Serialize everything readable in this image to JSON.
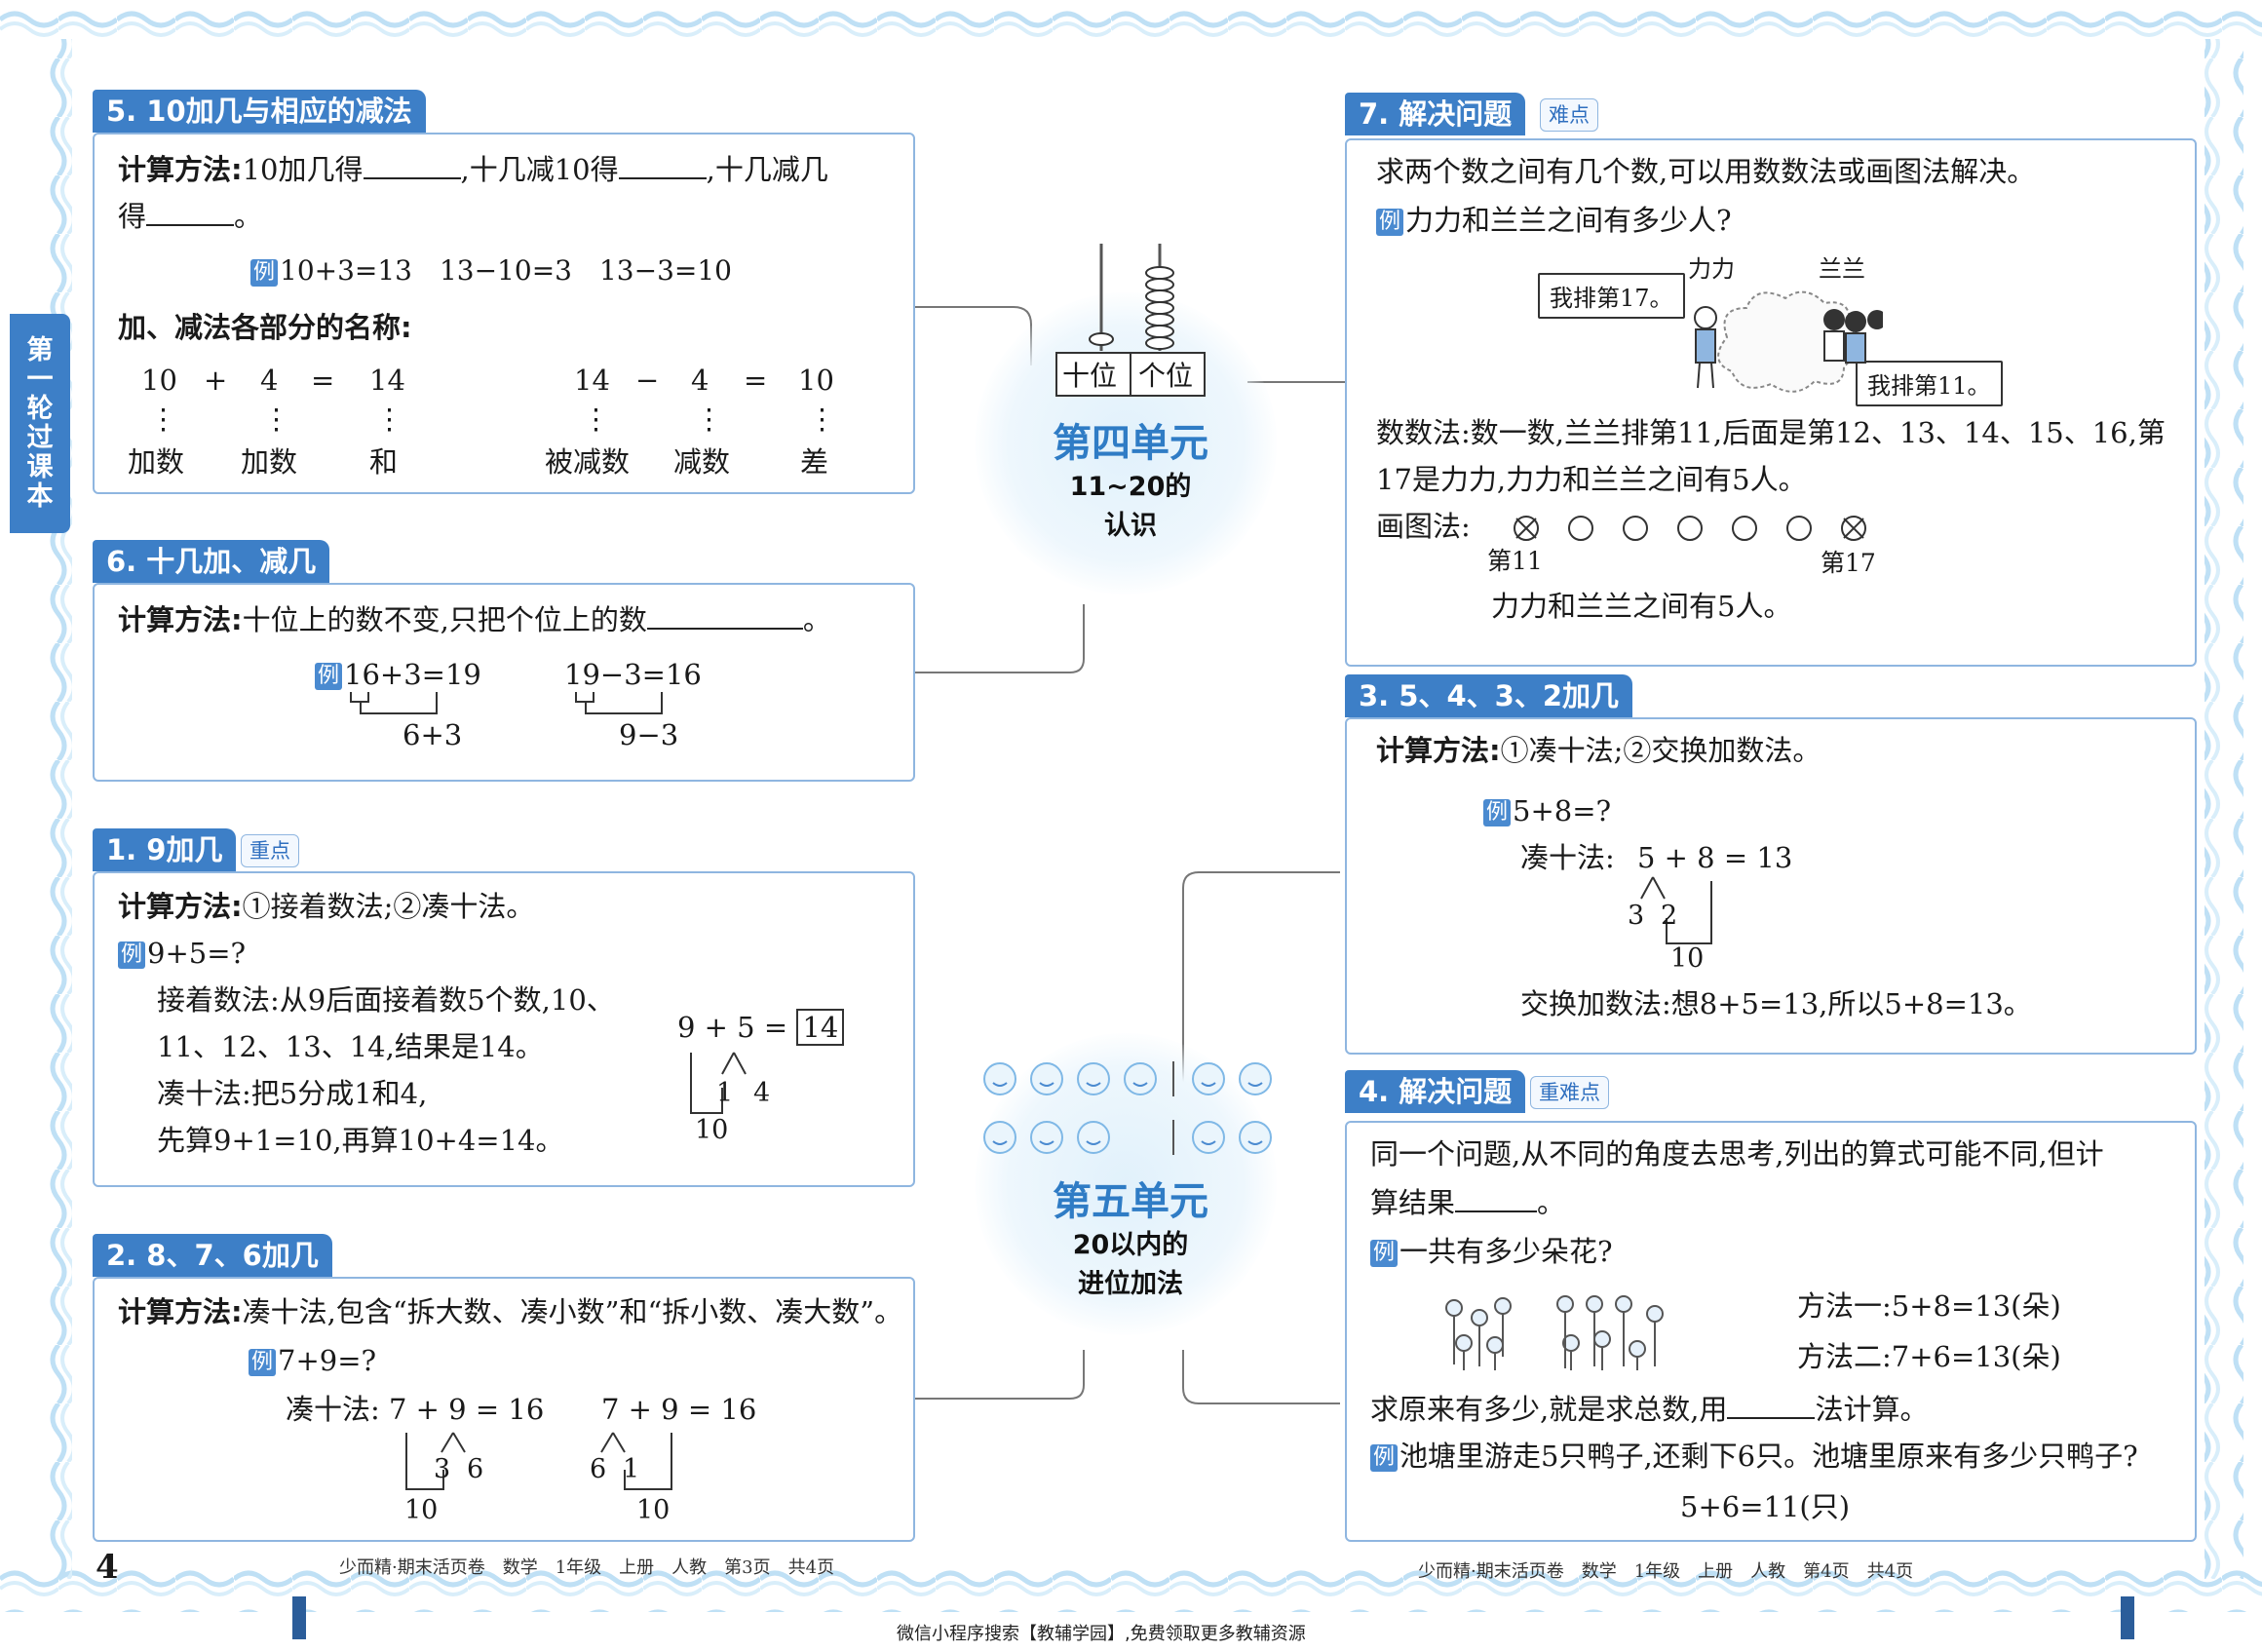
{
  "side_tab": "第一轮 过课本",
  "unit4": {
    "title": "第四单元",
    "subtitle1": "11~20的",
    "subtitle2": "认识",
    "abacus_tens": "十位",
    "abacus_ones": "个位"
  },
  "unit5": {
    "title": "第五单元",
    "subtitle1": "20以内的",
    "subtitle2": "进位加法"
  },
  "example_badge": "例",
  "s5": {
    "head": "5. 10加几与相应的减法",
    "line1_label": "计算方法:",
    "line1_a": "10加几得",
    "line1_b": ",十几减10得",
    "line1_c": ",十几减几",
    "line2": "得",
    "line2_end": "。",
    "example": "10+3=13　13−10=3　13−3=10",
    "parts_title": "加、减法各部分的名称:",
    "add_expr": [
      "10",
      "+",
      "4",
      "=",
      "14"
    ],
    "sub_expr": [
      "14",
      "−",
      "4",
      "=",
      "10"
    ],
    "dots": "⋮",
    "add_names": [
      "加数",
      "加数",
      "和"
    ],
    "sub_names": [
      "被减数",
      "减数",
      "差"
    ]
  },
  "s6": {
    "head": "6. 十几加、减几",
    "label": "计算方法:",
    "text": "十位上的数不变,只把个位上的数",
    "end": "。",
    "ex1": "16+3=19",
    "ex1_sub": "6+3",
    "ex2": "19−3=16",
    "ex2_sub": "9−3"
  },
  "s1": {
    "head": "1. 9加几",
    "tag": "重点",
    "label": "计算方法:",
    "methods": "①接着数法;②凑十法。",
    "example": "9+5=?",
    "l1": "接着数法:从9后面接着数5个数,10、",
    "l2": "11、12、13、14,结果是14。",
    "l3": "凑十法:把5分成1和4,",
    "l4": "先算9+1=10,再算10+4=14。",
    "diag_expr": "9 + 5 =",
    "diag_ans": "14",
    "diag_split_a": "1",
    "diag_split_b": "4",
    "diag_ten": "10"
  },
  "s2": {
    "head": "2. 8、7、6加几",
    "label": "计算方法:",
    "text": "凑十法,包含“拆大数、凑小数”和“拆小数、凑大数”。",
    "example": "7+9=?",
    "d1_label": "凑十法:",
    "d1_expr": "7 + 9 = 16",
    "d1_a": "3",
    "d1_b": "6",
    "d1_ten": "10",
    "d2_expr": "7 + 9 = 16",
    "d2_a": "6",
    "d2_b": "1",
    "d2_ten": "10"
  },
  "s7": {
    "head": "7. 解决问题",
    "tag": "难点",
    "intro": "求两个数之间有几个数,可以用数数法或画图法解决。",
    "example": "力力和兰兰之间有多少人?",
    "name_lili": "力力",
    "name_lanlan": "兰兰",
    "bubble1": "我排第17。",
    "bubble2": "我排第11。",
    "count1": "数数法:数一数,兰兰排第11,后面是第12、13、14、15、16,第",
    "count2": "17是力力,力力和兰兰之间有5人。",
    "draw_label": "画图法:",
    "mark_left": "第11",
    "mark_right": "第17",
    "conclusion": "力力和兰兰之间有5人。"
  },
  "s3": {
    "head": "3. 5、4、3、2加几",
    "label": "计算方法:",
    "methods": "①凑十法;②交换加数法。",
    "example": "5+8=?",
    "d_label": "凑十法:",
    "d_expr": "5 + 8 = 13",
    "d_a": "3",
    "d_b": "2",
    "d_ten": "10",
    "swap": "交换加数法:想8+5=13,所以5+8=13。"
  },
  "s4": {
    "head": "4. 解决问题",
    "tag": "重难点",
    "l1": "同一个问题,从不同的角度去思考,列出的算式可能不同,但计",
    "l2": "算结果",
    "l2_end": "。",
    "example1": "一共有多少朵花?",
    "m1": "方法一:5+8=13(朵)",
    "m2": "方法二:7+6=13(朵)",
    "l3a": "求原来有多少,就是求总数,用",
    "l3b": "法计算。",
    "example2": "池塘里游走5只鸭子,还剩下6只。池塘里原来有多少只鸭子?",
    "answer": "5+6=11(只)"
  },
  "footer": {
    "page_num": "4",
    "left_info": "少而精·期末活页卷　数学　1年级　上册　人教　第3页　共4页",
    "right_info": "少而精·期末活页卷　数学　1年级　上册　人教　第4页　共4页",
    "note": "微信小程序搜索【教辅学园】,免费领取更多教辅资源"
  },
  "colors": {
    "accent": "#3d7fc7",
    "box_border": "#8fb6e0",
    "unit_title": "#2f7cc5"
  }
}
